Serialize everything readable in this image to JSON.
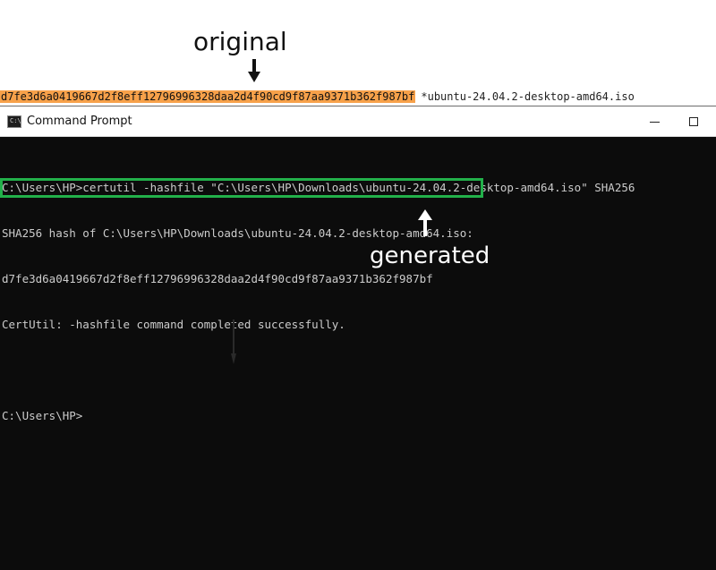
{
  "annotations": {
    "original_label": "original",
    "generated_label": "generated"
  },
  "reference": {
    "hash": "d7fe3d6a0419667d2f8eff12796996328daa2d4f90cd9f87aa9371b362f987bf",
    "filename": "*ubuntu-24.04.2-desktop-amd64.iso"
  },
  "window": {
    "title": "Command Prompt",
    "icon": "cmd-icon",
    "controls": [
      "minimize-icon",
      "maximize-icon"
    ]
  },
  "console": {
    "lines": [
      "C:\\Users\\HP>certutil -hashfile \"C:\\Users\\HP\\Downloads\\ubuntu-24.04.2-desktop-amd64.iso\" SHA256",
      "SHA256 hash of C:\\Users\\HP\\Downloads\\ubuntu-24.04.2-desktop-amd64.iso:",
      "d7fe3d6a0419667d2f8eff12796996328daa2d4f90cd9f87aa9371b362f987bf",
      "CertUtil: -hashfile command completed successfully.",
      "",
      "C:\\Users\\HP>"
    ]
  },
  "colors": {
    "highlight": "#f7a14a",
    "box_outline": "#22b04a",
    "console_bg": "#0c0c0c",
    "console_text": "#cccccc"
  }
}
